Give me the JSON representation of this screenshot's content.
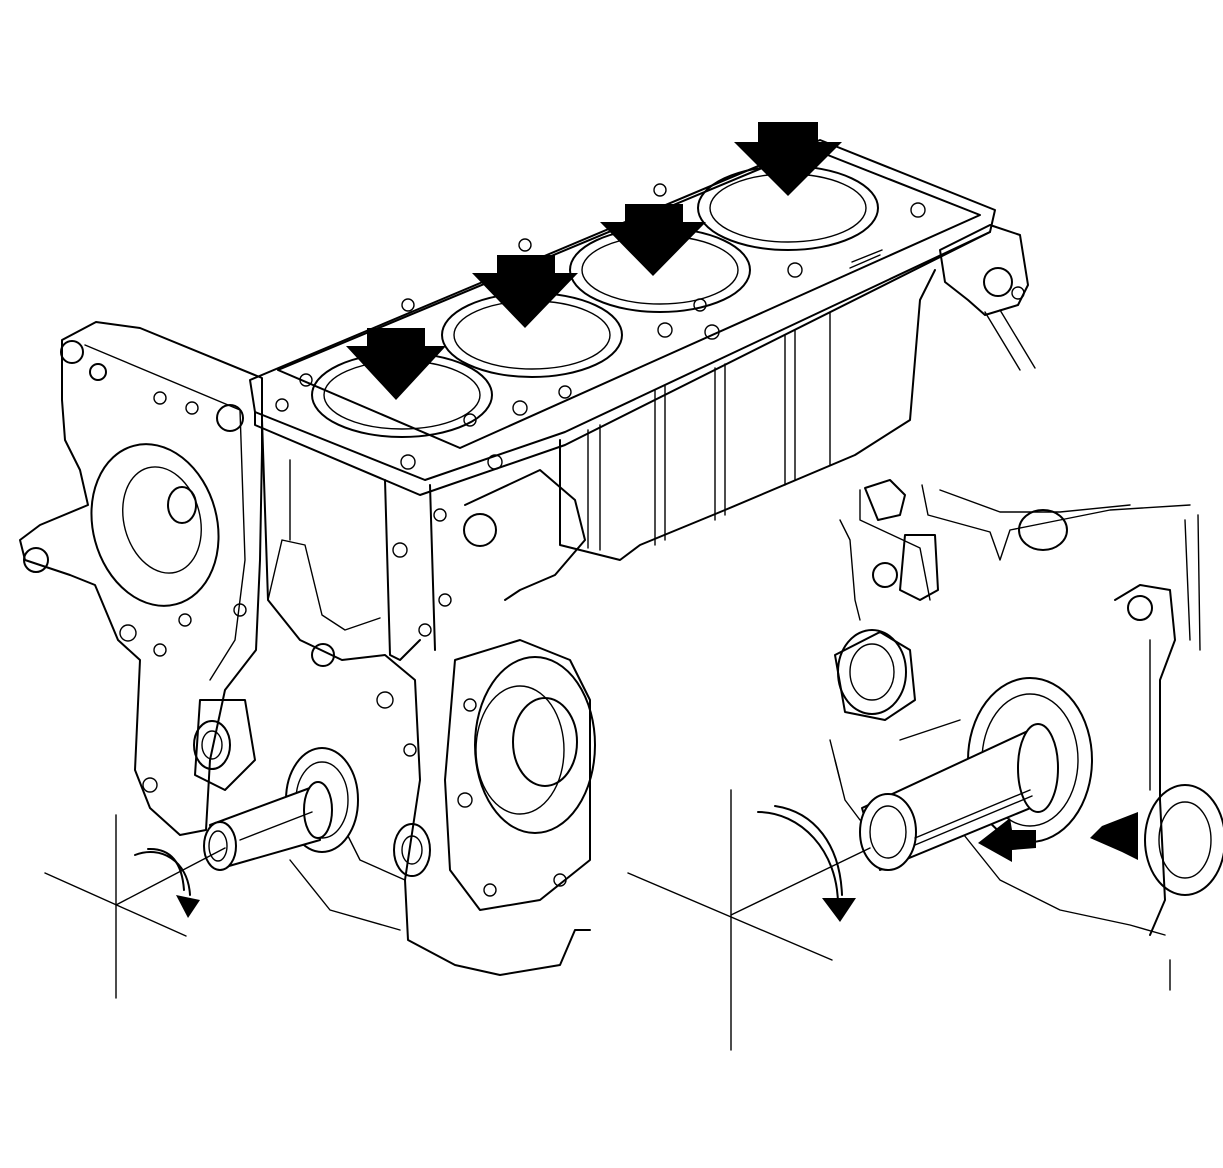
{
  "figure": {
    "background": "#ffffff",
    "line_color": "#000000",
    "views": [
      {
        "name": "engine-block-overview",
        "arrow_count": 4,
        "arrow_direction": "down",
        "has_rotation_arrow": true
      },
      {
        "name": "crankshaft-detail-view",
        "arrow_count": 2,
        "arrow_direction": "toward-seal",
        "has_rotation_arrow": true
      }
    ]
  }
}
